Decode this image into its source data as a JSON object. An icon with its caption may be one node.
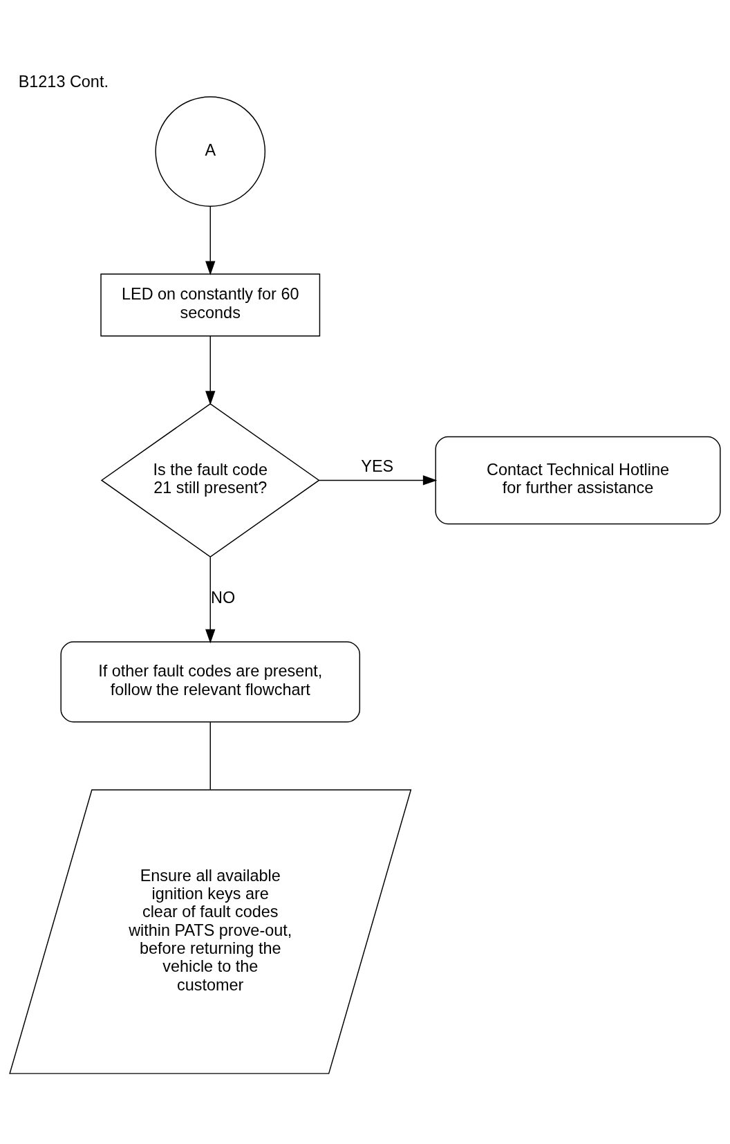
{
  "diagram": {
    "title": "B1213 Cont.",
    "nodes": [
      {
        "text": [
          "A"
        ]
      },
      {
        "text": [
          "LED on constantly for 60 seconds"
        ]
      },
      {
        "text": [
          "Is the fault code 21 still present?"
        ]
      },
      {
        "text": [
          "Contact Technical Hotline for further assistance"
        ]
      },
      {
        "text": [
          "If other fault codes are present, follow the relevant flowchart"
        ]
      },
      {
        "text": [
          "Ensure all available ignition keys are clear of fault codes within PATS prove-out, before returning the vehicle to the customer"
        ]
      }
    ],
    "edges": [
      {
        "from": 0,
        "to": 1,
        "arrow": "to"
      },
      {
        "from": 1,
        "to": 2,
        "arrow": "to"
      },
      {
        "from": 2,
        "to": 3,
        "arrow": "to",
        "label": "YES"
      },
      {
        "from": 2,
        "to": 4,
        "arrow": "to",
        "label": "NO"
      },
      {
        "from": 4,
        "to": 5,
        "arrow": "none"
      }
    ]
  }
}
